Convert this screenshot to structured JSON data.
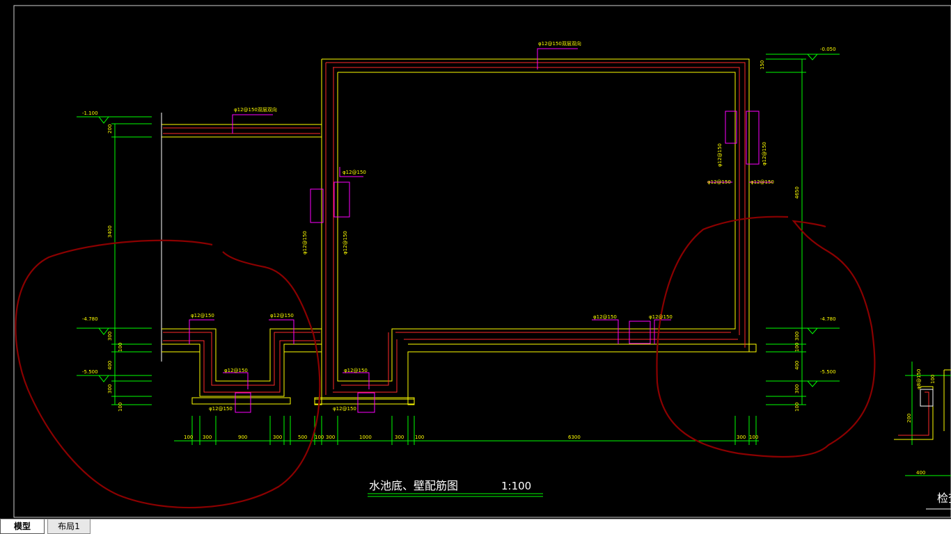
{
  "drawing": {
    "title": "水池底、壁配筋图",
    "scale": "1:100",
    "elev_top_right": "-0.050",
    "elev_top_left": "-1.100",
    "elev_mid_left": "-4.780",
    "elev_mid_right": "-4.780",
    "elev_low_left": "-5.500",
    "elev_low_right": "-5.500",
    "rebar_top": "φ12@150双层双向",
    "rebar_slab": "φ12@150双层双向",
    "rebar_wall_left_a": "φ12@150",
    "rebar_wall_left_b": "φ12@150",
    "rebar_wall_left_c": "φ12@150",
    "rebar_wall_right_a": "φ12@150",
    "rebar_wall_right_b": "φ12@150",
    "rebar_wall_right_c": "φ12@150",
    "rebar_wall_right_d": "φ12@150",
    "rebar_pit1_a": "φ12@150",
    "rebar_pit1_b": "φ12@150",
    "rebar_pit1_c": "φ12@150",
    "rebar_pit1_d": "φ12@150",
    "rebar_pit2_a": "φ12@150",
    "rebar_pit2_b": "φ12@150",
    "rebar_floor_a": "φ12@150",
    "rebar_floor_b": "φ12@150",
    "dim_left_200": "200",
    "dim_left_3400": "3400",
    "dim_left_300a": "300",
    "dim_left_100a": "100",
    "dim_left_400": "400",
    "dim_left_300b": "300",
    "dim_left_100b": "100",
    "dim_right_150": "150",
    "dim_right_4650": "4650",
    "dim_right_300a": "300",
    "dim_right_100a": "100",
    "dim_right_400": "400",
    "dim_right_300b": "300",
    "dim_right_100b": "100",
    "dim_bottom": [
      "100",
      "300",
      "900",
      "300",
      "500",
      "100",
      "300",
      "1000",
      "300",
      "100",
      "6300",
      "300",
      "100"
    ],
    "detail_label": "检查",
    "detail_dim_200": "200",
    "detail_dim_100": "100",
    "detail_dim_400": "400",
    "detail_rebar": "φ8@150"
  },
  "tabs": {
    "model": "模型",
    "layout1": "布局1"
  },
  "colors": {
    "background": "#000000",
    "structure": "#ffff00",
    "rebar": "#ff2a2a",
    "dimension": "#00ff00",
    "leader": "#ff00ff",
    "annotation_circle": "#8b0000"
  }
}
